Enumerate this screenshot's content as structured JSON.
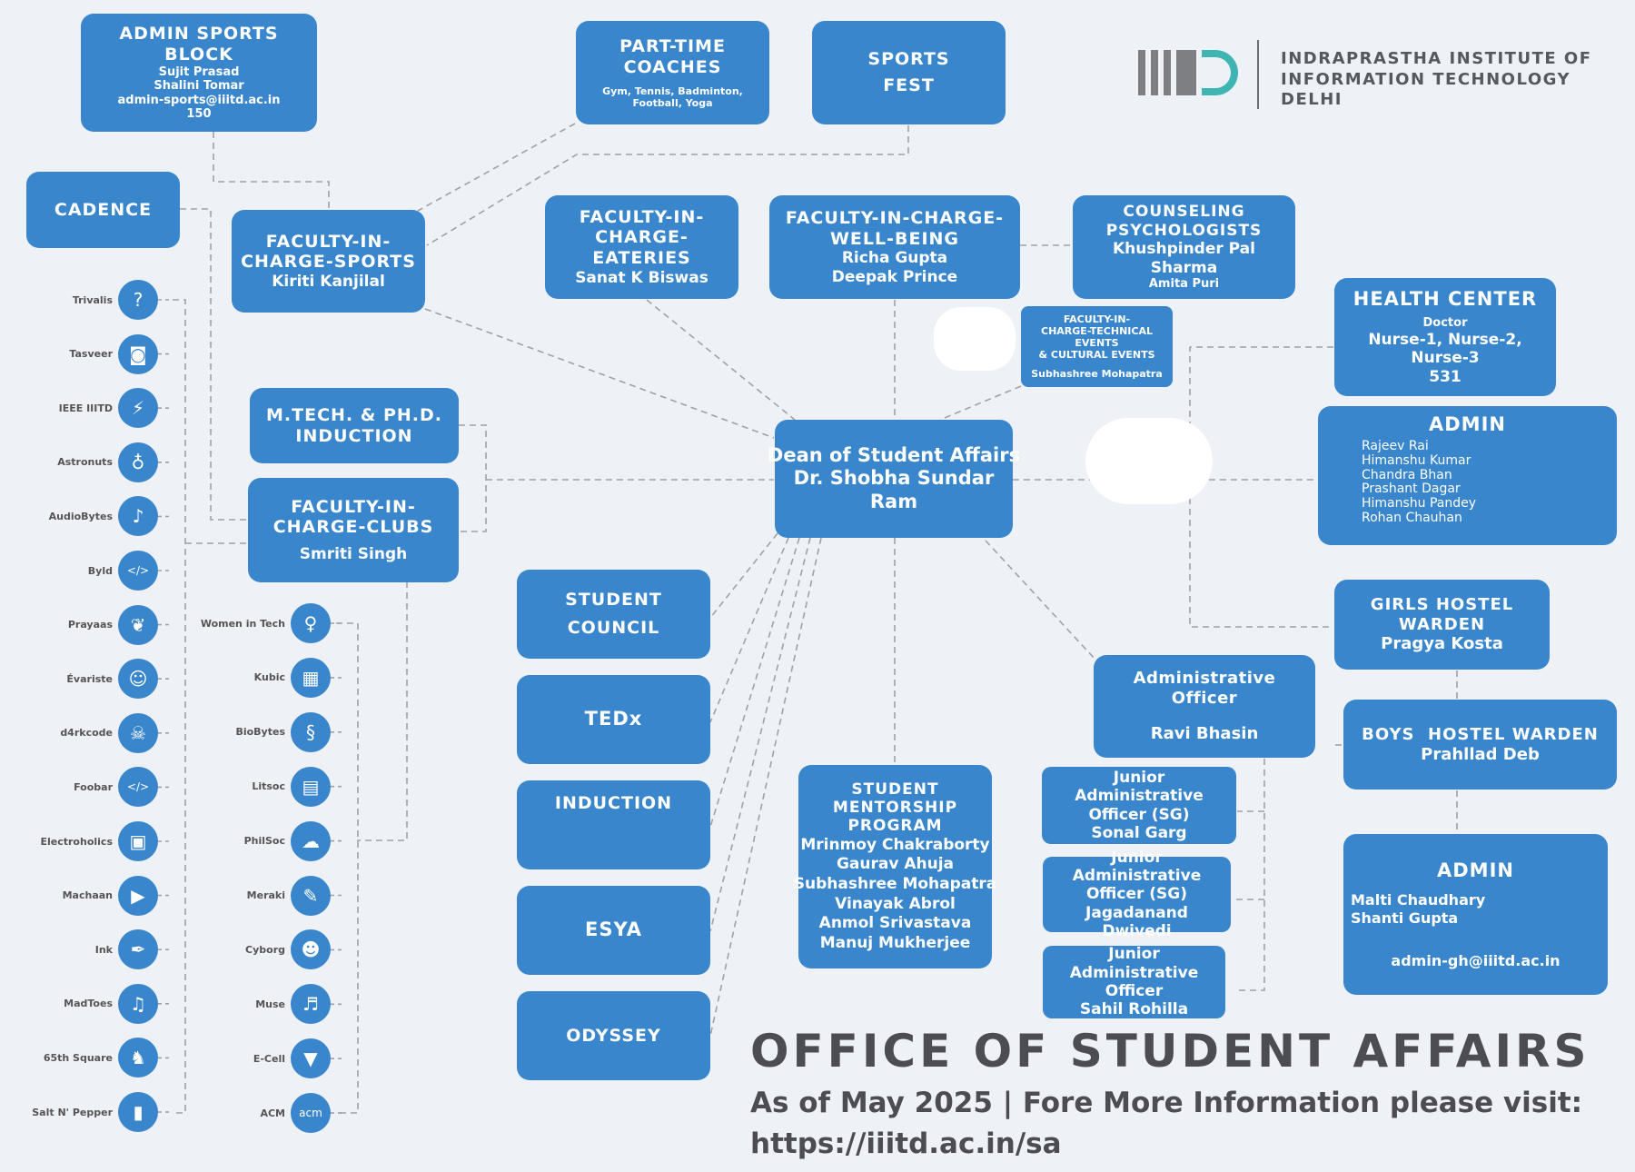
{
  "header": {
    "institute_line1": "INDRAPRASTHA INSTITUTE OF",
    "institute_line2": "INFORMATION TECHNOLOGY DELHI",
    "logo_name": "iiitd-logo"
  },
  "boxes": {
    "admin_sports": {
      "title": "ADMIN SPORTS BLOCK",
      "l1": "Sujit Prasad",
      "l2": "Shalini Tomar",
      "l3": "admin-sports@iiitd.ac.in",
      "l4": "150"
    },
    "part_time": {
      "title1": "PART-TIME",
      "title2": "COACHES",
      "sub": "Gym, Tennis, Badminton,",
      "sub2": "Football, Yoga"
    },
    "sports_fest": {
      "l1": "SPORTS",
      "l2": "FEST"
    },
    "cadence": {
      "title": "CADENCE"
    },
    "fic_sports": {
      "l1": "FACULTY-IN-",
      "l2": "CHARGE-SPORTS",
      "l3": "Kiriti Kanjilal"
    },
    "fic_eateries": {
      "l1": "FACULTY-IN-",
      "l2": "CHARGE-EATERIES",
      "l3": "Sanat K Biswas"
    },
    "fic_wellbeing": {
      "l1": "FACULTY-IN-CHARGE-",
      "l2": "WELL-BEING",
      "l3": "Richa Gupta",
      "l4": "Deepak Prince"
    },
    "counseling": {
      "l1": "COUNSELING",
      "l2": "PSYCHOLOGISTS",
      "l3": "Khushpinder Pal Sharma",
      "l4": "Amita Puri"
    },
    "fic_tech": {
      "l1": "FACULTY-IN-",
      "l2": "CHARGE-TECHNICAL EVENTS",
      "l3": "& CULTURAL EVENTS",
      "l4": "Subhashree Mohapatra"
    },
    "health": {
      "title": "HEALTH CENTER",
      "l1": "Doctor",
      "l2": "Nurse-1, Nurse-2, Nurse-3",
      "l3": "531"
    },
    "admin_right": {
      "title": "ADMIN",
      "names": [
        "Rajeev Rai",
        "Himanshu Kumar",
        "Chandra Bhan",
        "Prashant Dagar",
        "Himanshu Pandey",
        "Rohan Chauhan"
      ]
    },
    "mtech": {
      "l1": "M.TECH. & PH.D.",
      "l2": "INDUCTION"
    },
    "fic_clubs": {
      "l1": "FACULTY-IN-",
      "l2": "CHARGE-CLUBS",
      "l3": "Smriti Singh"
    },
    "dean": {
      "l1": "Dean of Student Affairs",
      "l2": "Dr. Shobha Sundar",
      "l3": "Ram"
    },
    "student_council": {
      "l1": "STUDENT",
      "l2": "COUNCIL"
    },
    "tedx": {
      "l1": "TEDx"
    },
    "induction": {
      "l1": "INDUCTION"
    },
    "esya": {
      "l1": "ESYA"
    },
    "odyssey": {
      "l1": "ODYSSEY"
    },
    "mentorship": {
      "l1": "STUDENT",
      "l2": "MENTORSHIP",
      "l3": "PROGRAM",
      "names": [
        "Mrinmoy Chakraborty",
        "Gaurav Ahuja",
        "Subhashree Mohapatra",
        "Vinayak Abrol",
        "Anmol Srivastava",
        "Manuj Mukherjee"
      ]
    },
    "admin_officer": {
      "l1": "Administrative Officer",
      "l2": "Ravi Bhasin"
    },
    "jao1": {
      "l1": "Junior Administrative",
      "l2": "Officer (SG)",
      "l3": "Sonal Garg"
    },
    "jao2": {
      "l1": "Junior Administrative",
      "l2": "Officer (SG)",
      "l3": "Jagadanand Dwivedi"
    },
    "jao3": {
      "l1": "Junior Administrative",
      "l2": "Officer",
      "l3": "Sahil Rohilla"
    },
    "girls_hostel": {
      "l1": "GIRLS HOSTEL WARDEN",
      "l2": "Pragya Kosta"
    },
    "boys_hostel": {
      "l1": "BOYS  HOSTEL WARDEN",
      "l2": "Prahllad Deb"
    },
    "admin_gh": {
      "title": "ADMIN",
      "l1": "Malti Chaudhary",
      "l2": "Shanti Gupta",
      "l3": "admin-gh@iiitd.ac.in"
    }
  },
  "clubs_left": [
    {
      "name": "Trivalis",
      "icon": "puzzle-icon",
      "glyph": "?"
    },
    {
      "name": "Tasveer",
      "icon": "camera-icon",
      "glyph": "◙"
    },
    {
      "name": "IEEE IIITD",
      "icon": "lightning-icon",
      "glyph": "⚡"
    },
    {
      "name": "Astronuts",
      "icon": "planet-icon",
      "glyph": "♁"
    },
    {
      "name": "AudioBytes",
      "icon": "microphone-icon",
      "glyph": "♪"
    },
    {
      "name": "Byld",
      "icon": "code-icon",
      "glyph": "</>"
    },
    {
      "name": "Prayaas",
      "icon": "leaf-icon",
      "glyph": "❦"
    },
    {
      "name": "Évariste",
      "icon": "people-icon",
      "glyph": "☺"
    },
    {
      "name": "d4rkcode",
      "icon": "hacker-icon",
      "glyph": "☠"
    },
    {
      "name": "Foobar",
      "icon": "code-icon",
      "glyph": "</>"
    },
    {
      "name": "Electroholics",
      "icon": "chip-icon",
      "glyph": "▣"
    },
    {
      "name": "Machaan",
      "icon": "video-camera-icon",
      "glyph": "▶"
    },
    {
      "name": "Ink",
      "icon": "pen-icon",
      "glyph": "✒"
    },
    {
      "name": "MadToes",
      "icon": "dance-icon",
      "glyph": "♫"
    },
    {
      "name": "65th Square",
      "icon": "chess-knight-icon",
      "glyph": "♞"
    },
    {
      "name": "Salt N' Pepper",
      "icon": "salt-shaker-icon",
      "glyph": "▮"
    }
  ],
  "clubs_right": [
    {
      "name": "Women in Tech",
      "icon": "woman-icon",
      "glyph": "♀"
    },
    {
      "name": "Kubic",
      "icon": "cube-icon",
      "glyph": "▦"
    },
    {
      "name": "BioBytes",
      "icon": "dna-icon",
      "glyph": "§"
    },
    {
      "name": "Litsoc",
      "icon": "book-icon",
      "glyph": "▤"
    },
    {
      "name": "PhilSoc",
      "icon": "thinker-icon",
      "glyph": "☁"
    },
    {
      "name": "Meraki",
      "icon": "brush-icon",
      "glyph": "✎"
    },
    {
      "name": "Cyborg",
      "icon": "robot-icon",
      "glyph": "☻"
    },
    {
      "name": "Muse",
      "icon": "music-icon",
      "glyph": "♬"
    },
    {
      "name": "E-Cell",
      "icon": "tie-icon",
      "glyph": "▼"
    },
    {
      "name": "ACM",
      "icon": "acm-icon",
      "glyph": "acm"
    }
  ],
  "footer": {
    "title": "OFFICE OF STUDENT AFFAIRS",
    "line1": "As of May 2025 | Fore More Information please visit:",
    "line2": "https://iiitd.ac.in/sa"
  },
  "colors": {
    "box": "#3a86cc",
    "background": "#eef1f5",
    "line": "#9a9da2",
    "accent": "#3fb5b3"
  }
}
